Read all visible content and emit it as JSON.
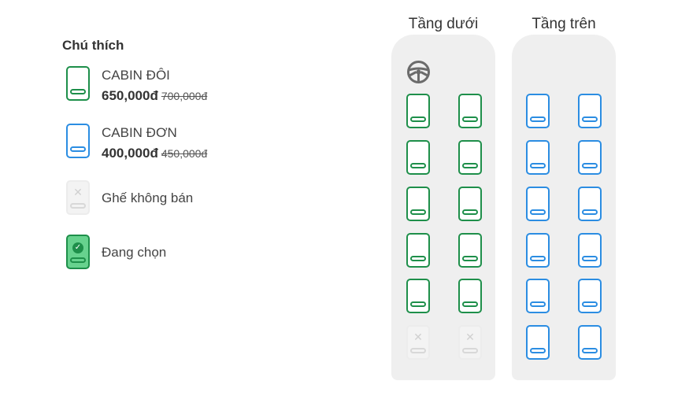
{
  "legend": {
    "title": "Chú thích",
    "items": [
      {
        "label": "CABIN ĐÔI",
        "price": "650,000đ",
        "old_price": "700,000đ",
        "color": "#1e8f4a"
      },
      {
        "label": "CABIN ĐƠN",
        "price": "400,000đ",
        "old_price": "450,000đ",
        "color": "#2b8de2"
      },
      {
        "label": "Ghế không bán"
      },
      {
        "label": "Đang chọn"
      }
    ]
  },
  "decks": {
    "lower": {
      "title": "Tầng dưới"
    },
    "upper": {
      "title": "Tầng trên"
    }
  },
  "icons": {
    "steering": "steering-wheel-icon",
    "unavailable": "✕",
    "selected": "✓"
  }
}
